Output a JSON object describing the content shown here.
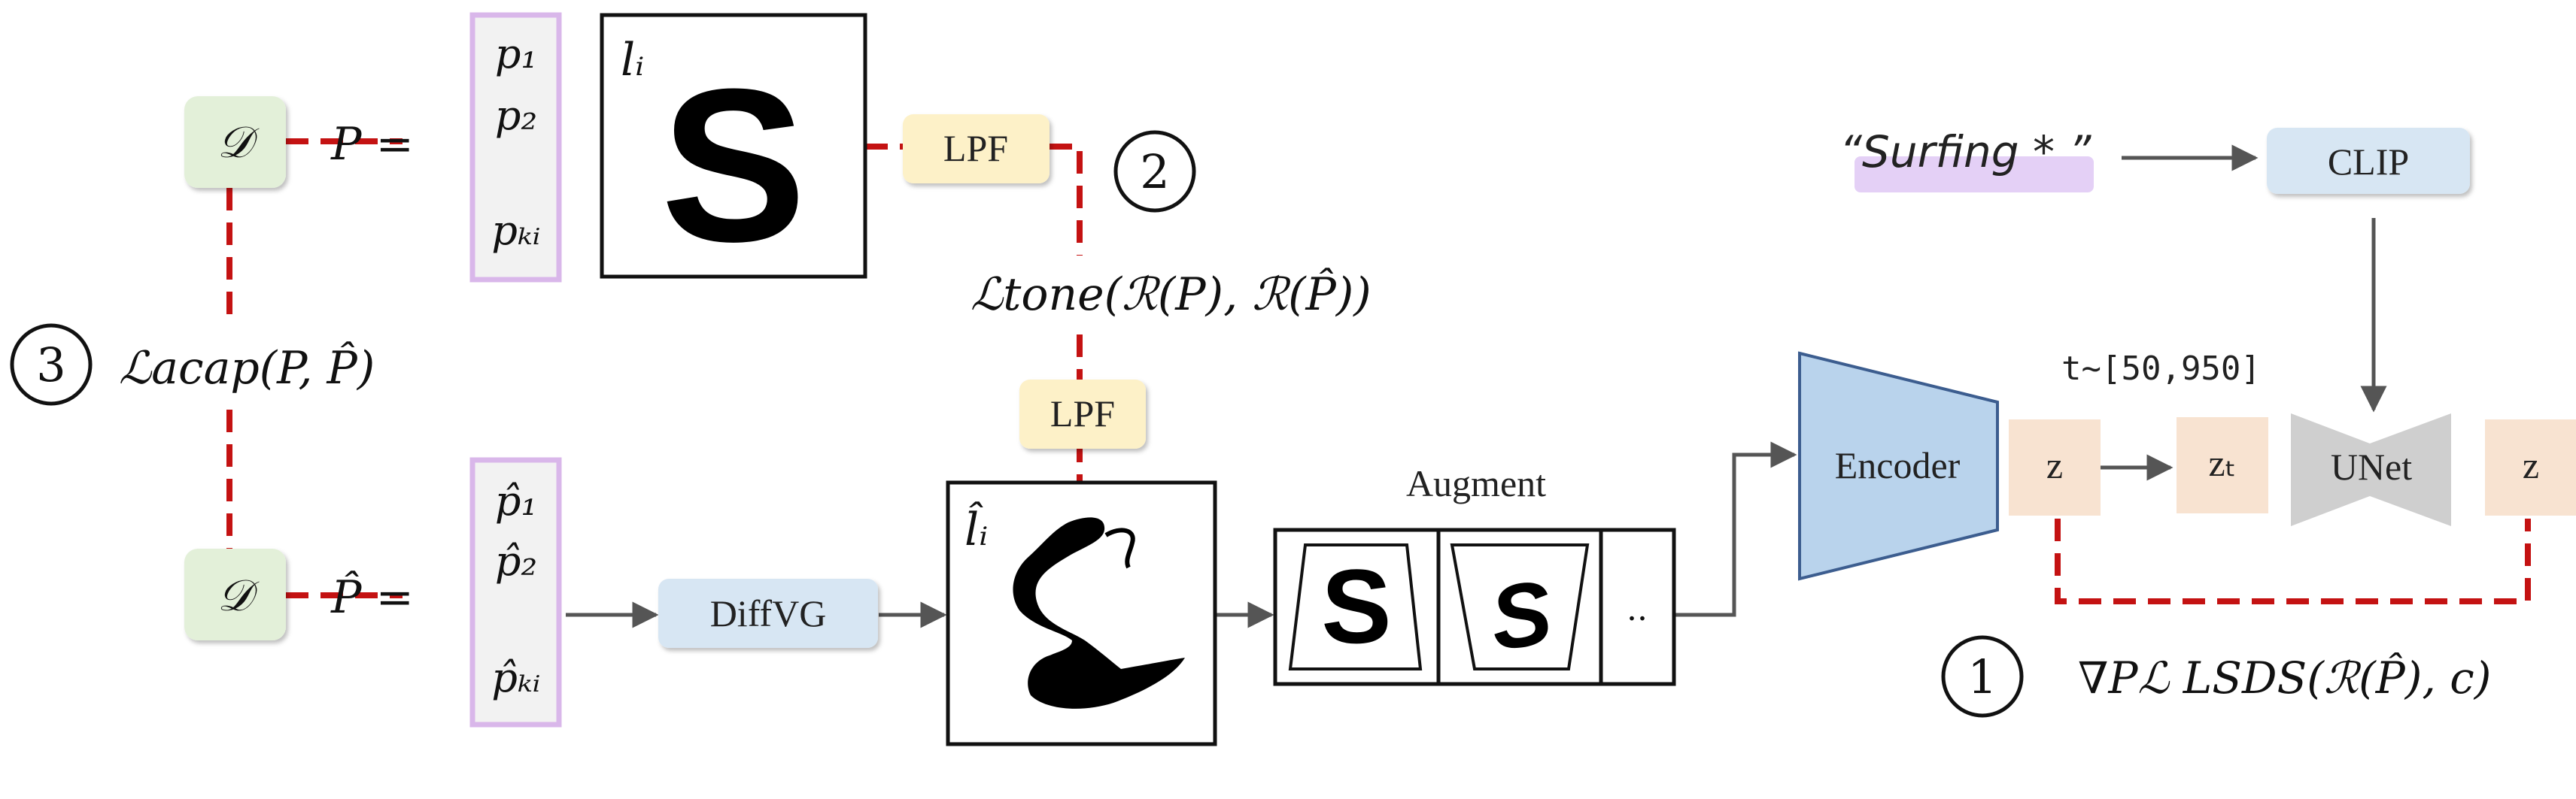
{
  "nodes": {
    "d_top": "𝒟",
    "d_bottom": "𝒟",
    "p_eq": "P =",
    "phat_eq": "P̂ =",
    "p1": "p₁",
    "p2": "p₂",
    "pki": "pₖᵢ",
    "phat1": "p̂₁",
    "phat2": "p̂₂",
    "phatki": "p̂ₖᵢ",
    "li_label": "lᵢ",
    "li_glyph": "S",
    "lhat_label": "l̂ᵢ",
    "lpf_top": "LPF",
    "lpf_mid": "LPF",
    "diffvg": "DiffVG",
    "augment": "Augment",
    "aug_s1": "S",
    "aug_s2": "S",
    "aug_more": "..",
    "encoder": "Encoder",
    "z_left": "z",
    "zt": "zₜ",
    "unet": "UNet",
    "z_right": "z",
    "prompt": "“Surfing * ”",
    "clip": "CLIP",
    "t_range": "t∼[50,950]"
  },
  "losses": {
    "acap": "ℒacap(P, P̂)",
    "tone": "ℒtone(ℛ(P), ℛ(P̂))",
    "lsds": "∇Pℒ LSDS(ℛ(P̂), c)"
  },
  "steps": {
    "one": "1",
    "two": "2",
    "three": "3"
  },
  "colors": {
    "dashed_red": "#c41212",
    "green_box": "#e3f0d9",
    "lavender_box": "#d9b7ea",
    "peach_box": "#f8e3d1",
    "yellow_box": "#fdf1c8",
    "blue_box": "#d7e6f3",
    "encoder_fill": "#b9d3ec",
    "unet_fill": "#cfcfcf"
  }
}
